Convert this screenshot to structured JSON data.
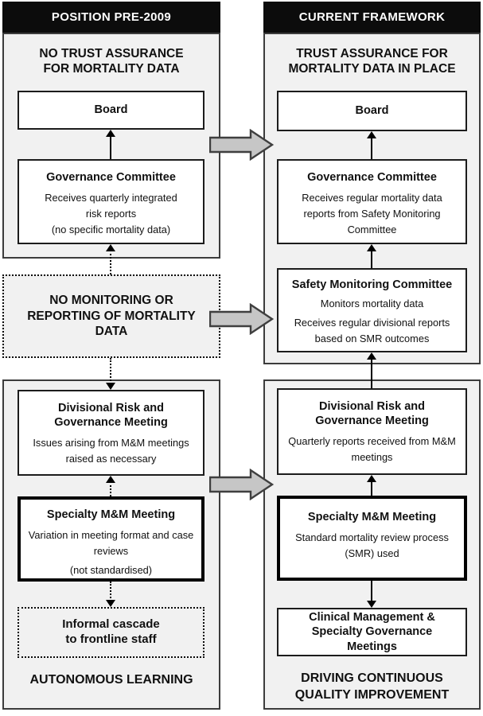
{
  "diagram": {
    "left": {
      "header": "POSITION PRE-2009",
      "heading": "NO TRUST ASSURANCE\nFOR MORTALITY DATA",
      "board": "Board",
      "governance_title": "Governance Committee",
      "governance_body": "Receives quarterly integrated\nrisk reports\n(no specific mortality data)",
      "barrier": "NO MONITORING OR\nREPORTING OF MORTALITY\nDATA",
      "divisional_title": "Divisional Risk and\nGovernance Meeting",
      "divisional_body": "Issues arising from M&M meetings\nraised as necessary",
      "specialty_title": "Specialty M&M Meeting",
      "specialty_body1": "Variation in meeting format and case\nreviews",
      "specialty_body2": "(not standardised)",
      "cascade": "Informal cascade\nto frontline staff",
      "footer": "AUTONOMOUS LEARNING"
    },
    "right": {
      "header": "CURRENT FRAMEWORK",
      "heading": "TRUST ASSURANCE FOR\nMORTALITY DATA IN PLACE",
      "board": "Board",
      "governance_title": "Governance Committee",
      "governance_body": "Receives regular mortality data\nreports from Safety Monitoring\nCommittee",
      "safety_title": "Safety Monitoring Committee",
      "safety_body1": "Monitors mortality data",
      "safety_body2": "Receives regular divisional reports\nbased on SMR outcomes",
      "divisional_title": "Divisional Risk and\nGovernance Meeting",
      "divisional_body": "Quarterly reports received from M&M\nmeetings",
      "specialty_title": "Specialty M&M Meeting",
      "specialty_body": "Standard mortality review process\n(SMR) used",
      "clinical": "Clinical Management &\nSpecialty Governance\nMeetings",
      "footer": "DRIVING CONTINUOUS\nQUALITY IMPROVEMENT"
    },
    "colors": {
      "panel_fill": "#f1f1f1",
      "header_bg": "#0c0c0c",
      "block_arrow_fill": "#c6c6c6",
      "border": "#3c3c3c"
    }
  }
}
